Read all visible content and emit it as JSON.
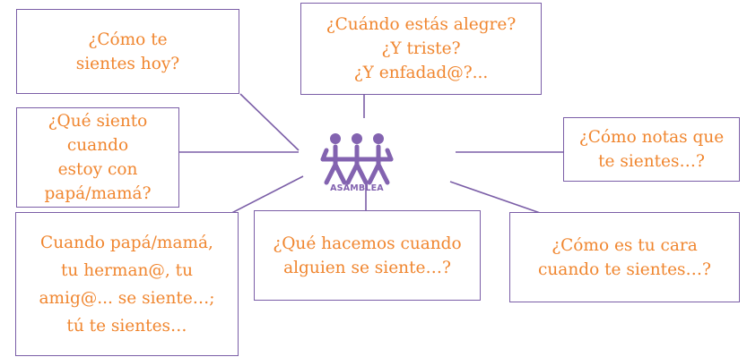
{
  "colors": {
    "text": "#f0862f",
    "border": "#7b5ea7",
    "logo": "#8363b0"
  },
  "center": {
    "icon": "three-people-holding-hands-icon",
    "caption": "ASAMBLEA"
  },
  "boxes": {
    "como_te_sientes": [
      "¿Cómo te",
      "sientes hoy?"
    ],
    "cuando_estas_alegre": [
      "¿Cuándo estás alegre?",
      "¿Y triste?",
      "¿Y enfadad@?..."
    ],
    "que_siento_papa_mama": [
      "¿Qué siento",
      "cuando",
      "estoy con",
      "papá/mamá?"
    ],
    "como_notas": [
      "¿Cómo notas que",
      "te sientes…?"
    ],
    "cuando_papa_mama": [
      "Cuando papá/mamá,",
      "tu herman@, tu",
      "amig@... se siente…;",
      "tú te sientes…"
    ],
    "que_hacemos": [
      "¿Qué hacemos cuando",
      "alguien se siente…?"
    ],
    "como_es_tu_cara": [
      "¿Cómo es tu cara",
      "cuando te sientes…?"
    ]
  }
}
